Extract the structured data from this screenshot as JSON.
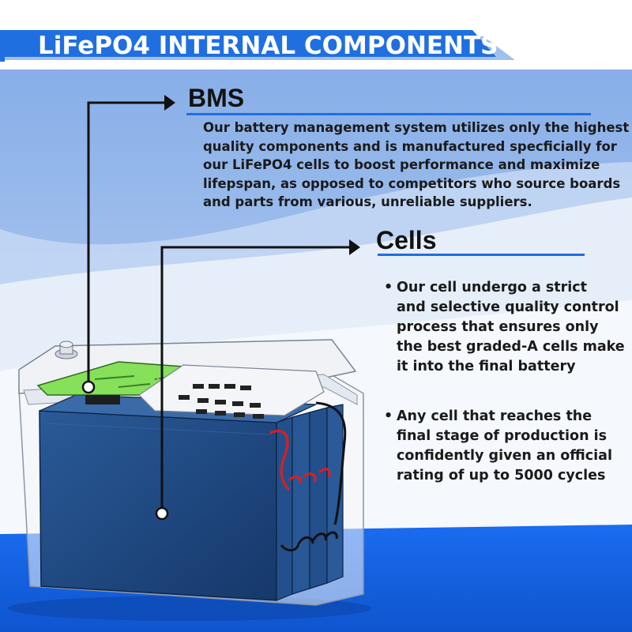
{
  "banner": {
    "title": "LiFePO4 INTERNAL COMPONENTS"
  },
  "bms": {
    "heading": "BMS",
    "description_lines": [
      "Our battery management system utilizes only the highest",
      "quality components and is manufactured specficially for",
      "our LiFePO4 cells to boost performance and maximize",
      "lifepspan, as opposed to competitors who source boards",
      "and parts from various, unreliable suppliers."
    ]
  },
  "cells": {
    "heading": "Cells",
    "bullets": [
      {
        "marker": "•",
        "lines": [
          "Our cell undergo a strict",
          "and selective quality control",
          "process that ensures only",
          "the best graded-A cells make",
          "it into the final battery"
        ]
      },
      {
        "marker": "•",
        "lines": [
          "Any cell that reaches the",
          "final stage of production is",
          "confidently given an official",
          "rating of up to 5000 cycles"
        ]
      }
    ]
  },
  "colors": {
    "banner_blue": "#1f6fe0",
    "sky_top": "#8eb3e8",
    "floor_blue": "#1565e0",
    "cell_blue": "#173f78",
    "bms_green": "#86e05a",
    "wire_red": "#e21c1c"
  },
  "icons": [
    "arrow-right-icon",
    "callout-dot-icon"
  ]
}
